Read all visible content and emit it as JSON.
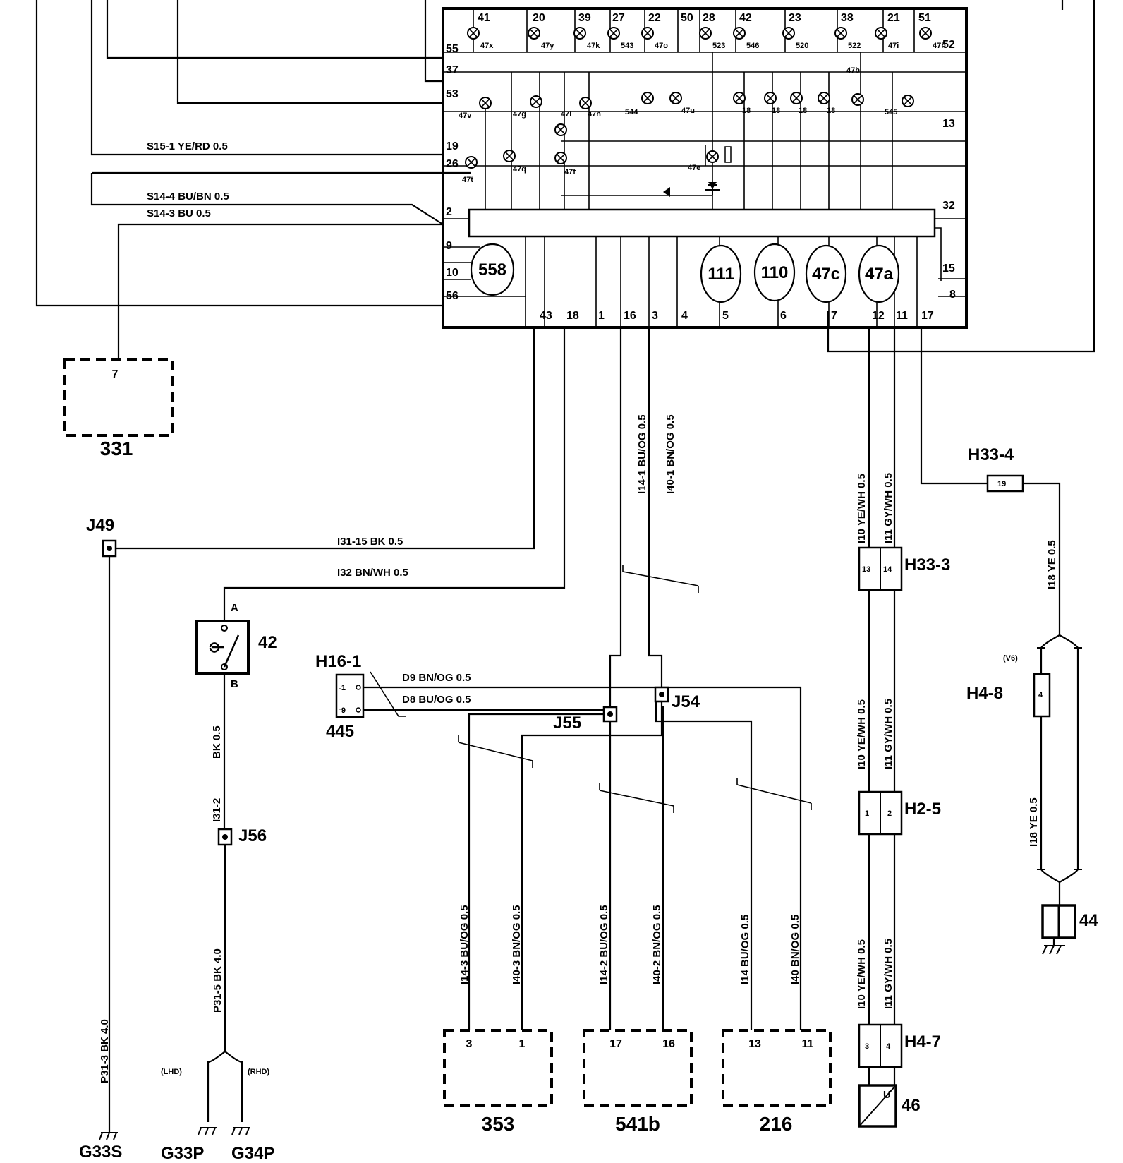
{
  "components": {
    "c331": "331",
    "c331_pin": "7",
    "c353": "353",
    "c353_pins": [
      "3",
      "1"
    ],
    "c541b": "541b",
    "c541b_pins": [
      "17",
      "16"
    ],
    "c216": "216",
    "c216_pins": [
      "13",
      "11"
    ],
    "c42": "42",
    "c42_a": "A",
    "c42_b": "B",
    "c44": "44",
    "c46": "46",
    "c46_u": "U",
    "c445": "445",
    "c558": "558",
    "c111": "111",
    "c110": "110",
    "c47c": "47c",
    "c47a": "47a"
  },
  "connectors": {
    "J49": "J49",
    "J54": "J54",
    "J55": "J55",
    "J56": "J56",
    "H16_1": "H16-1",
    "H33_4": "H33-4",
    "H33_3": "H33-3",
    "H4_8": "H4-8",
    "H4_8_note": "(V6)",
    "H2_5": "H2-5",
    "H4_7": "H4-7"
  },
  "grounds": {
    "G33S": "G33S",
    "G33P": "G33P",
    "G34P": "G34P",
    "lhd": "(LHD)",
    "rhd": "(RHD)"
  },
  "top_pins": [
    "41",
    "20",
    "39",
    "27",
    "22",
    "50",
    "28",
    "42",
    "23",
    "38",
    "21",
    "51"
  ],
  "bulbs_top": [
    "47x",
    "47y",
    "47k",
    "543",
    "47o",
    "523",
    "546",
    "520",
    "522",
    "47i",
    "47h"
  ],
  "bulbs_row2": [
    "47v",
    "47g",
    "47l",
    "47n",
    "544",
    "47u",
    "18",
    "18",
    "18",
    "18",
    "545",
    "47b"
  ],
  "bulbs_misc": [
    "47t",
    "47q",
    "47f",
    "47e"
  ],
  "left_pins": [
    "55",
    "37",
    "53",
    "19",
    "26",
    "2",
    "9",
    "10",
    "56"
  ],
  "right_pins": [
    "52",
    "13",
    "32",
    "15",
    "8"
  ],
  "bottom_pins": [
    "43",
    "18",
    "1",
    "16",
    "3",
    "4",
    "5",
    "6",
    "7",
    "12",
    "11",
    "17"
  ],
  "wires": {
    "s15_1": "S15-1   YE/RD   0.5",
    "s14_4": "S14-4  BU/BN   0.5",
    "s14_3": "S14-3   BU   0.5",
    "i31_15": "I31-15     BK  0.5",
    "i32": "I32    BN/WH  0.5",
    "d9": "D9     BN/OG  0.5",
    "d8": "D8     BU/OG  0.5",
    "i14_1": "I14-1    BU/OG  0.5",
    "i40_1": "I40-1    BN/OG  0.5",
    "i10_top": "I10    YE/WH  0.5",
    "i11_top": "I11    GY/WH  0.5",
    "i10_mid": "I10    YE/WH  0.5",
    "i11_mid": "I11    GY/WH  0.5",
    "i10_low": "I10    YE/WH  0.5",
    "i11_low": "I11    GY/WH  0.5",
    "i18_top": "I18    YE  0.5",
    "i18_low": "I18    YE  0.5",
    "bk_05": "BK  0.5",
    "i31_2": "I31-2",
    "p31_5": "P31-5    BK  4.0",
    "p31_3": "P31-3   BK  4.0",
    "i14_3": "I14-3    BU/OG  0.5",
    "i40_3": "I40-3    BN/OG  0.5",
    "i14_2": "I14-2    BU/OG  0.5",
    "i40_2": "I40-2    BN/OG  0.5",
    "i14": "I14    BU/OG  0.5",
    "i40": "I40    BN/OG  0.5"
  }
}
